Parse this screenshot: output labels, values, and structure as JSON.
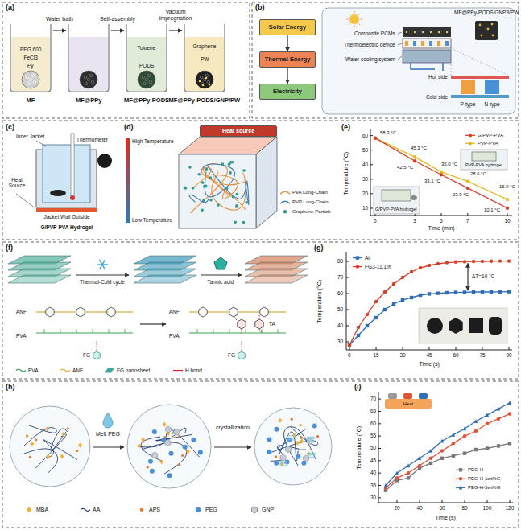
{
  "diagram": {
    "nodes": [
      {
        "text": [
          "Solar Energy"
        ]
      },
      {
        "text": [
          "Thermal Energy"
        ]
      },
      {
        "text": [
          "Electricity"
        ]
      },
      {
        "text": [
          "Heat source"
        ]
      }
    ],
    "edges": [
      {
        "from": 0,
        "to": 1,
        "arrow": "to"
      },
      {
        "from": 1,
        "to": 2,
        "arrow": "to"
      }
    ],
    "labels": [
      "(a)",
      "Water bath",
      "Self-assembly",
      "Vacuum impregnation",
      "PEG 600",
      "FeCl3",
      "Py",
      "Toluene",
      "PODS",
      "Graphene",
      "PW",
      "MF",
      "MF@PPy",
      "MF@PPy-PODS",
      "MF@PPy-PODS/GNP/PW",
      "(b)",
      "Composite PCMs",
      "Thermoelectric device",
      "Water cooling system",
      "MF@PPy-PODS/GNP3/PW",
      "Hot side",
      "Cold side",
      "P-type",
      "N-type",
      "(c)",
      "Inner Jacket",
      "Thermometer",
      "Heat Source",
      "Jacket Wall Outside",
      "G/PVP-PVA Hydrogel",
      "(d)",
      "High Temperature",
      "Low Temperature",
      "(e)",
      "Temperature (°C)",
      "10",
      "20",
      "30",
      "40",
      "50",
      "60",
      "0",
      "3",
      "5",
      "7",
      "10",
      "Time (min)",
      "58.3 °C",
      "45.3 °C",
      "42.5 °C",
      "35.0 °C",
      "33.1 °C",
      "28.6 °C",
      "23.9 °C",
      "16.0 °C",
      "10.1 °C",
      "PVP-PVA hydrogel",
      "G/PVP-PVA hydrogel",
      "(f)",
      "Thermal-Cold cycle",
      "Tannic acid",
      "ANF",
      "PVA",
      "FG",
      "ANF",
      "PVA",
      "FG",
      "TA",
      "(g)",
      "Temperature (°C)",
      "30",
      "40",
      "50",
      "60",
      "70",
      "80",
      "0",
      "15",
      "30",
      "45",
      "60",
      "75",
      "90",
      "Time (s)",
      "ΔT=10 °C",
      "(h)",
      "Melt PEG",
      "crystallization",
      "(i)",
      "Temperature (°C)",
      "30",
      "35",
      "40",
      "45",
      "50",
      "55",
      "60",
      "65",
      "70",
      "20",
      "40",
      "60",
      "80",
      "100",
      "120",
      "Time (s)",
      "Heat"
    ],
    "legend": [
      {
        "text": "PVA Long-Chain"
      },
      {
        "text": "PVP Long-Chain"
      },
      {
        "text": "Graphene Particle"
      },
      {
        "text": "G/PVP-PVA"
      },
      {
        "text": "PVP-PVA"
      },
      {
        "text": "PVA"
      },
      {
        "text": "ANF"
      },
      {
        "text": "FG nanosheet"
      },
      {
        "text": "H bond"
      },
      {
        "text": "Air"
      },
      {
        "text": "FG3-11.1%"
      },
      {
        "text": "MBA"
      },
      {
        "text": "AA"
      },
      {
        "text": "APS"
      },
      {
        "text": "PEG"
      },
      {
        "text": "GNP"
      },
      {
        "text": "PEG-H"
      },
      {
        "text": "PEG-H-1wt%G"
      },
      {
        "text": "PEG-H-5wt%G"
      }
    ]
  }
}
